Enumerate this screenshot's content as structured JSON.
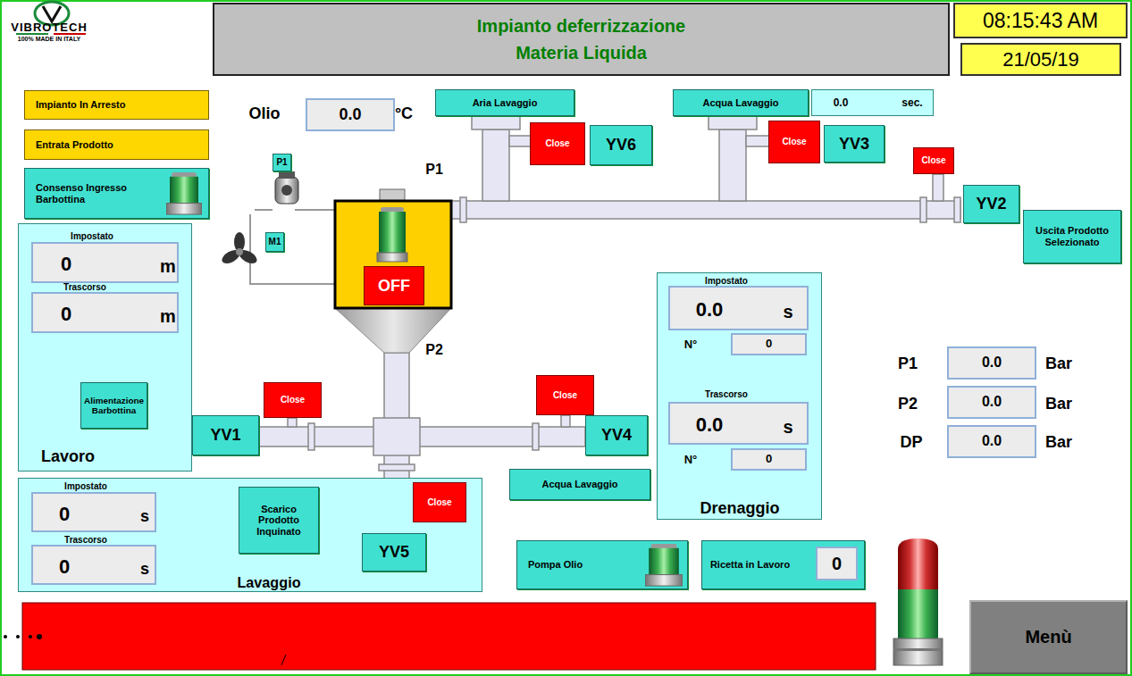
{
  "diagram": {
    "title": "Impianto deferrizzazione Materia Liquida",
    "nodes": [
      {
        "text": [
          "08:15:43 AM"
        ]
      },
      {
        "text": [
          "21/05/19"
        ]
      },
      {
        "text": [
          "Impianto In Arresto"
        ]
      },
      {
        "text": [
          "Entrata Prodotto"
        ]
      },
      {
        "text": [
          "Consenso Ingresso Barbottina"
        ]
      },
      {
        "text": [
          "0.0"
        ]
      },
      {
        "text": [
          "Aria Lavaggio"
        ]
      },
      {
        "text": [
          "Acqua Lavaggio"
        ]
      },
      {
        "text": [
          "0.0",
          "sec."
        ]
      },
      {
        "text": [
          "Close"
        ]
      },
      {
        "text": [
          "YV6"
        ]
      },
      {
        "text": [
          "Close"
        ]
      },
      {
        "text": [
          "YV3"
        ]
      },
      {
        "text": [
          "P1"
        ]
      },
      {
        "text": [
          "Close"
        ]
      },
      {
        "text": [
          "OFF"
        ]
      },
      {
        "text": [
          "YV2"
        ]
      },
      {
        "text": [
          "M1"
        ]
      },
      {
        "text": [
          "Uscita Prodotto Selezionato"
        ]
      },
      {
        "text": [
          "Impostato",
          "Trascorso",
          "Lavoro"
        ]
      },
      {
        "text": [
          "0",
          "m"
        ],
        "in": 19
      },
      {
        "text": [
          "0",
          "m"
        ],
        "in": 19
      },
      {
        "text": [
          "Impostato",
          "N°",
          "Trascorso",
          "N°",
          "Drenaggio"
        ]
      },
      {
        "text": [
          "0.0",
          "s"
        ],
        "in": 22
      },
      {
        "text": [
          "0"
        ],
        "in": 22
      },
      {
        "text": [
          "0.0",
          "s"
        ],
        "in": 22
      },
      {
        "text": [
          "0"
        ],
        "in": 22
      },
      {
        "text": [
          "Alimentazione Barbottina"
        ],
        "in": 19
      },
      {
        "text": [
          "Close"
        ]
      },
      {
        "text": [
          "Close"
        ]
      },
      {
        "text": [
          "0.0"
        ]
      },
      {
        "text": [
          "0.0"
        ]
      },
      {
        "text": [
          "YV1"
        ]
      },
      {
        "text": [
          "YV4"
        ]
      },
      {
        "text": [
          "0.0"
        ]
      },
      {
        "text": [
          "Acqua Lavaggio"
        ]
      },
      {
        "text": [
          "Impostato",
          "Trascorso",
          "Lavaggio"
        ]
      },
      {
        "text": [
          "0",
          "s"
        ],
        "in": 36
      },
      {
        "text": [
          "Scarico Prodotto Inquinato"
        ],
        "in": 36
      },
      {
        "text": [
          "Close"
        ]
      },
      {
        "text": [
          "0",
          "s"
        ],
        "in": 36
      },
      {
        "text": [
          "YV5"
        ]
      },
      {
        "text": [
          "Pompa Olio"
        ]
      },
      {
        "text": [
          "Ricetta in Lavoro"
        ]
      },
      {
        "text": [
          "0"
        ],
        "in": 43
      },
      {
        "text": [
          "Menù"
        ]
      }
    ],
    "labels": [
      "VIBROTECH",
      "100% MADE IN ITALY",
      "Olio",
      "°C",
      "P1",
      "P2",
      "P1",
      "P2",
      "DP",
      "Bar",
      "Bar",
      "Bar"
    ]
  }
}
